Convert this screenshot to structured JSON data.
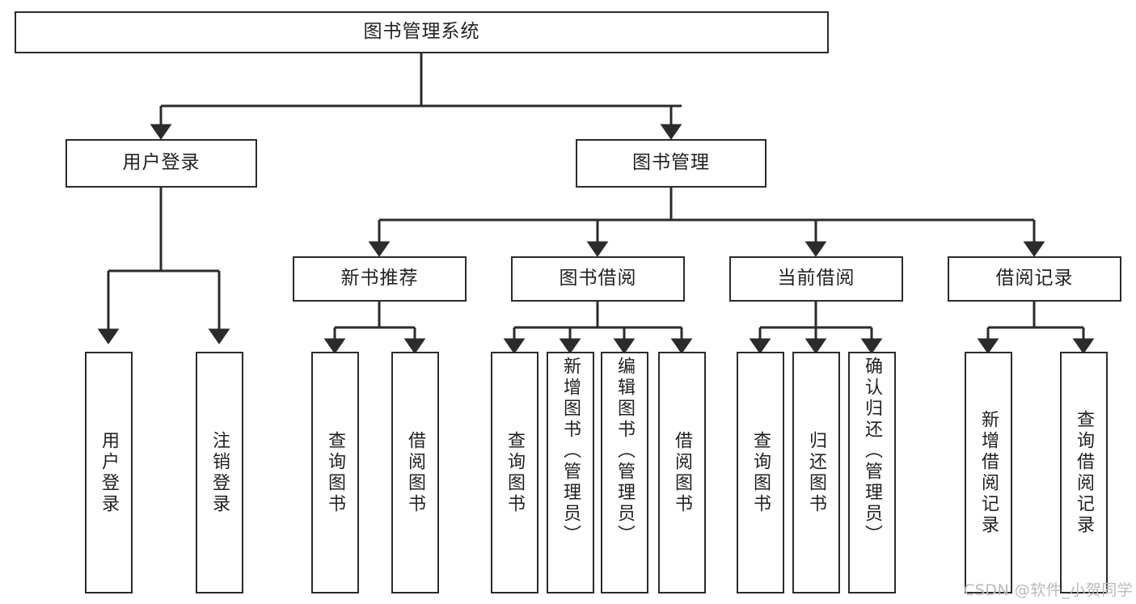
{
  "diagram": {
    "title": "图书管理系统",
    "type": "tree-hierarchy-chart",
    "colors": {
      "box_border": "#2b2b2b",
      "box_fill": "#ffffff",
      "connector": "#2b2b2b",
      "text": "#231f20",
      "watermark": "#b9b9b9",
      "background": "#ffffff"
    },
    "root": {
      "id": "root",
      "label": "图书管理系统"
    },
    "level2": [
      {
        "id": "user-login",
        "label": "用户登录"
      },
      {
        "id": "book-manage",
        "label": "图书管理"
      }
    ],
    "level3": [
      {
        "id": "new-book-recommend",
        "label": "新书推荐",
        "parent": "book-manage"
      },
      {
        "id": "book-borrow",
        "label": "图书借阅",
        "parent": "book-manage"
      },
      {
        "id": "current-borrow",
        "label": "当前借阅",
        "parent": "book-manage"
      },
      {
        "id": "borrow-record",
        "label": "借阅记录",
        "parent": "book-manage"
      }
    ],
    "leaves": [
      {
        "id": "leaf-user-login",
        "label": "用户登录",
        "parent": "user-login",
        "align": "middle"
      },
      {
        "id": "leaf-logout",
        "label": "注销登录",
        "parent": "user-login",
        "align": "middle"
      },
      {
        "id": "leaf-query-book-1",
        "label": "查询图书",
        "parent": "new-book-recommend",
        "align": "middle"
      },
      {
        "id": "leaf-borrow-book-1",
        "label": "借阅图书",
        "parent": "new-book-recommend",
        "align": "middle"
      },
      {
        "id": "leaf-query-book-2",
        "label": "查询图书",
        "parent": "book-borrow",
        "align": "middle"
      },
      {
        "id": "leaf-add-book",
        "label": "新增图书（管理员）",
        "parent": "book-borrow",
        "align": "top"
      },
      {
        "id": "leaf-edit-book",
        "label": "编辑图书（管理员）",
        "parent": "book-borrow",
        "align": "top"
      },
      {
        "id": "leaf-borrow-book-2",
        "label": "借阅图书",
        "parent": "book-borrow",
        "align": "middle"
      },
      {
        "id": "leaf-query-book-3",
        "label": "查询图书",
        "parent": "current-borrow",
        "align": "middle"
      },
      {
        "id": "leaf-return-book",
        "label": "归还图书",
        "parent": "current-borrow",
        "align": "middle"
      },
      {
        "id": "leaf-confirm-return",
        "label": "确认归还（管理员）",
        "parent": "current-borrow",
        "align": "top"
      },
      {
        "id": "leaf-add-record",
        "label": "新增借阅记录",
        "parent": "borrow-record",
        "align": "middle"
      },
      {
        "id": "leaf-query-record",
        "label": "查询借阅记录",
        "parent": "borrow-record",
        "align": "middle"
      }
    ]
  },
  "watermark": {
    "text": "CSDN @软件_小贺同学"
  }
}
